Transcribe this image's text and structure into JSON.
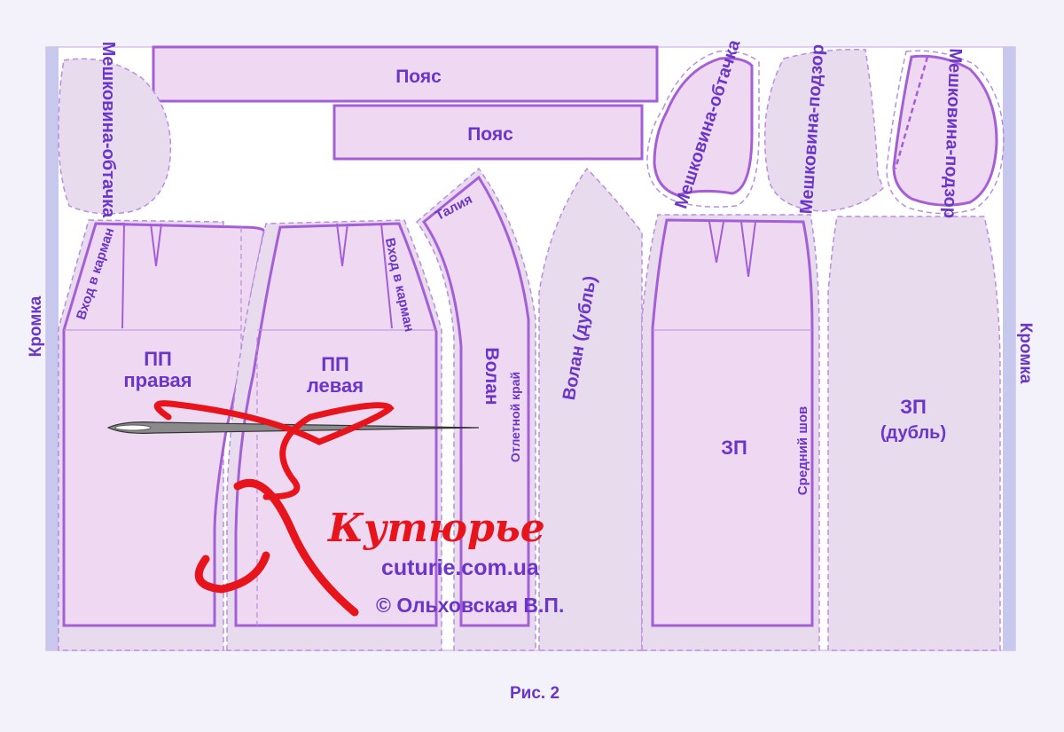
{
  "colors": {
    "background": "#f3f2fa",
    "fabric": "#ffffff",
    "fabric_border": "#c9a6e0",
    "selvedge": "#c8c8ee",
    "piece_fill": "#efd9f2",
    "piece_stroke": "#a55fd6",
    "facing_fill": "#e8dbee",
    "label": "#6a35c8",
    "logo_red": "#e8141c",
    "logo_purple": "#6a35c8"
  },
  "labels": {
    "selvedge_left": "Кромка",
    "selvedge_right": "Кромка",
    "belt_top": "Пояс",
    "belt_second": "Пояс",
    "pocket_facing_left": "Мешковина-обтачка",
    "pocket_facing_right": "Мешковина-обтачка",
    "pocket_lining_1": "Мешковина-подзор",
    "pocket_lining_2": "Мешковина-подзор",
    "front_right_line1": "ПП",
    "front_right_line2": "правая",
    "front_left_line1": "ПП",
    "front_left_line2": "левая",
    "pocket_entry_right": "Вход в карман",
    "pocket_entry_left": "Вход в карман",
    "flounce": "Волан",
    "flounce_waist": "Талия",
    "flounce_hem": "Отлетной край",
    "flounce_double": "Волан (дубль)",
    "back_panel": "ЗП",
    "center_seam": "Средний шов",
    "back_double_line1": "ЗП",
    "back_double_line2": "(дубль)"
  },
  "logo": {
    "brand": "Кутюрье",
    "site": "cuturie.com.ua",
    "copyright": "© Ольховская В.П."
  },
  "caption": "Рис. 2"
}
